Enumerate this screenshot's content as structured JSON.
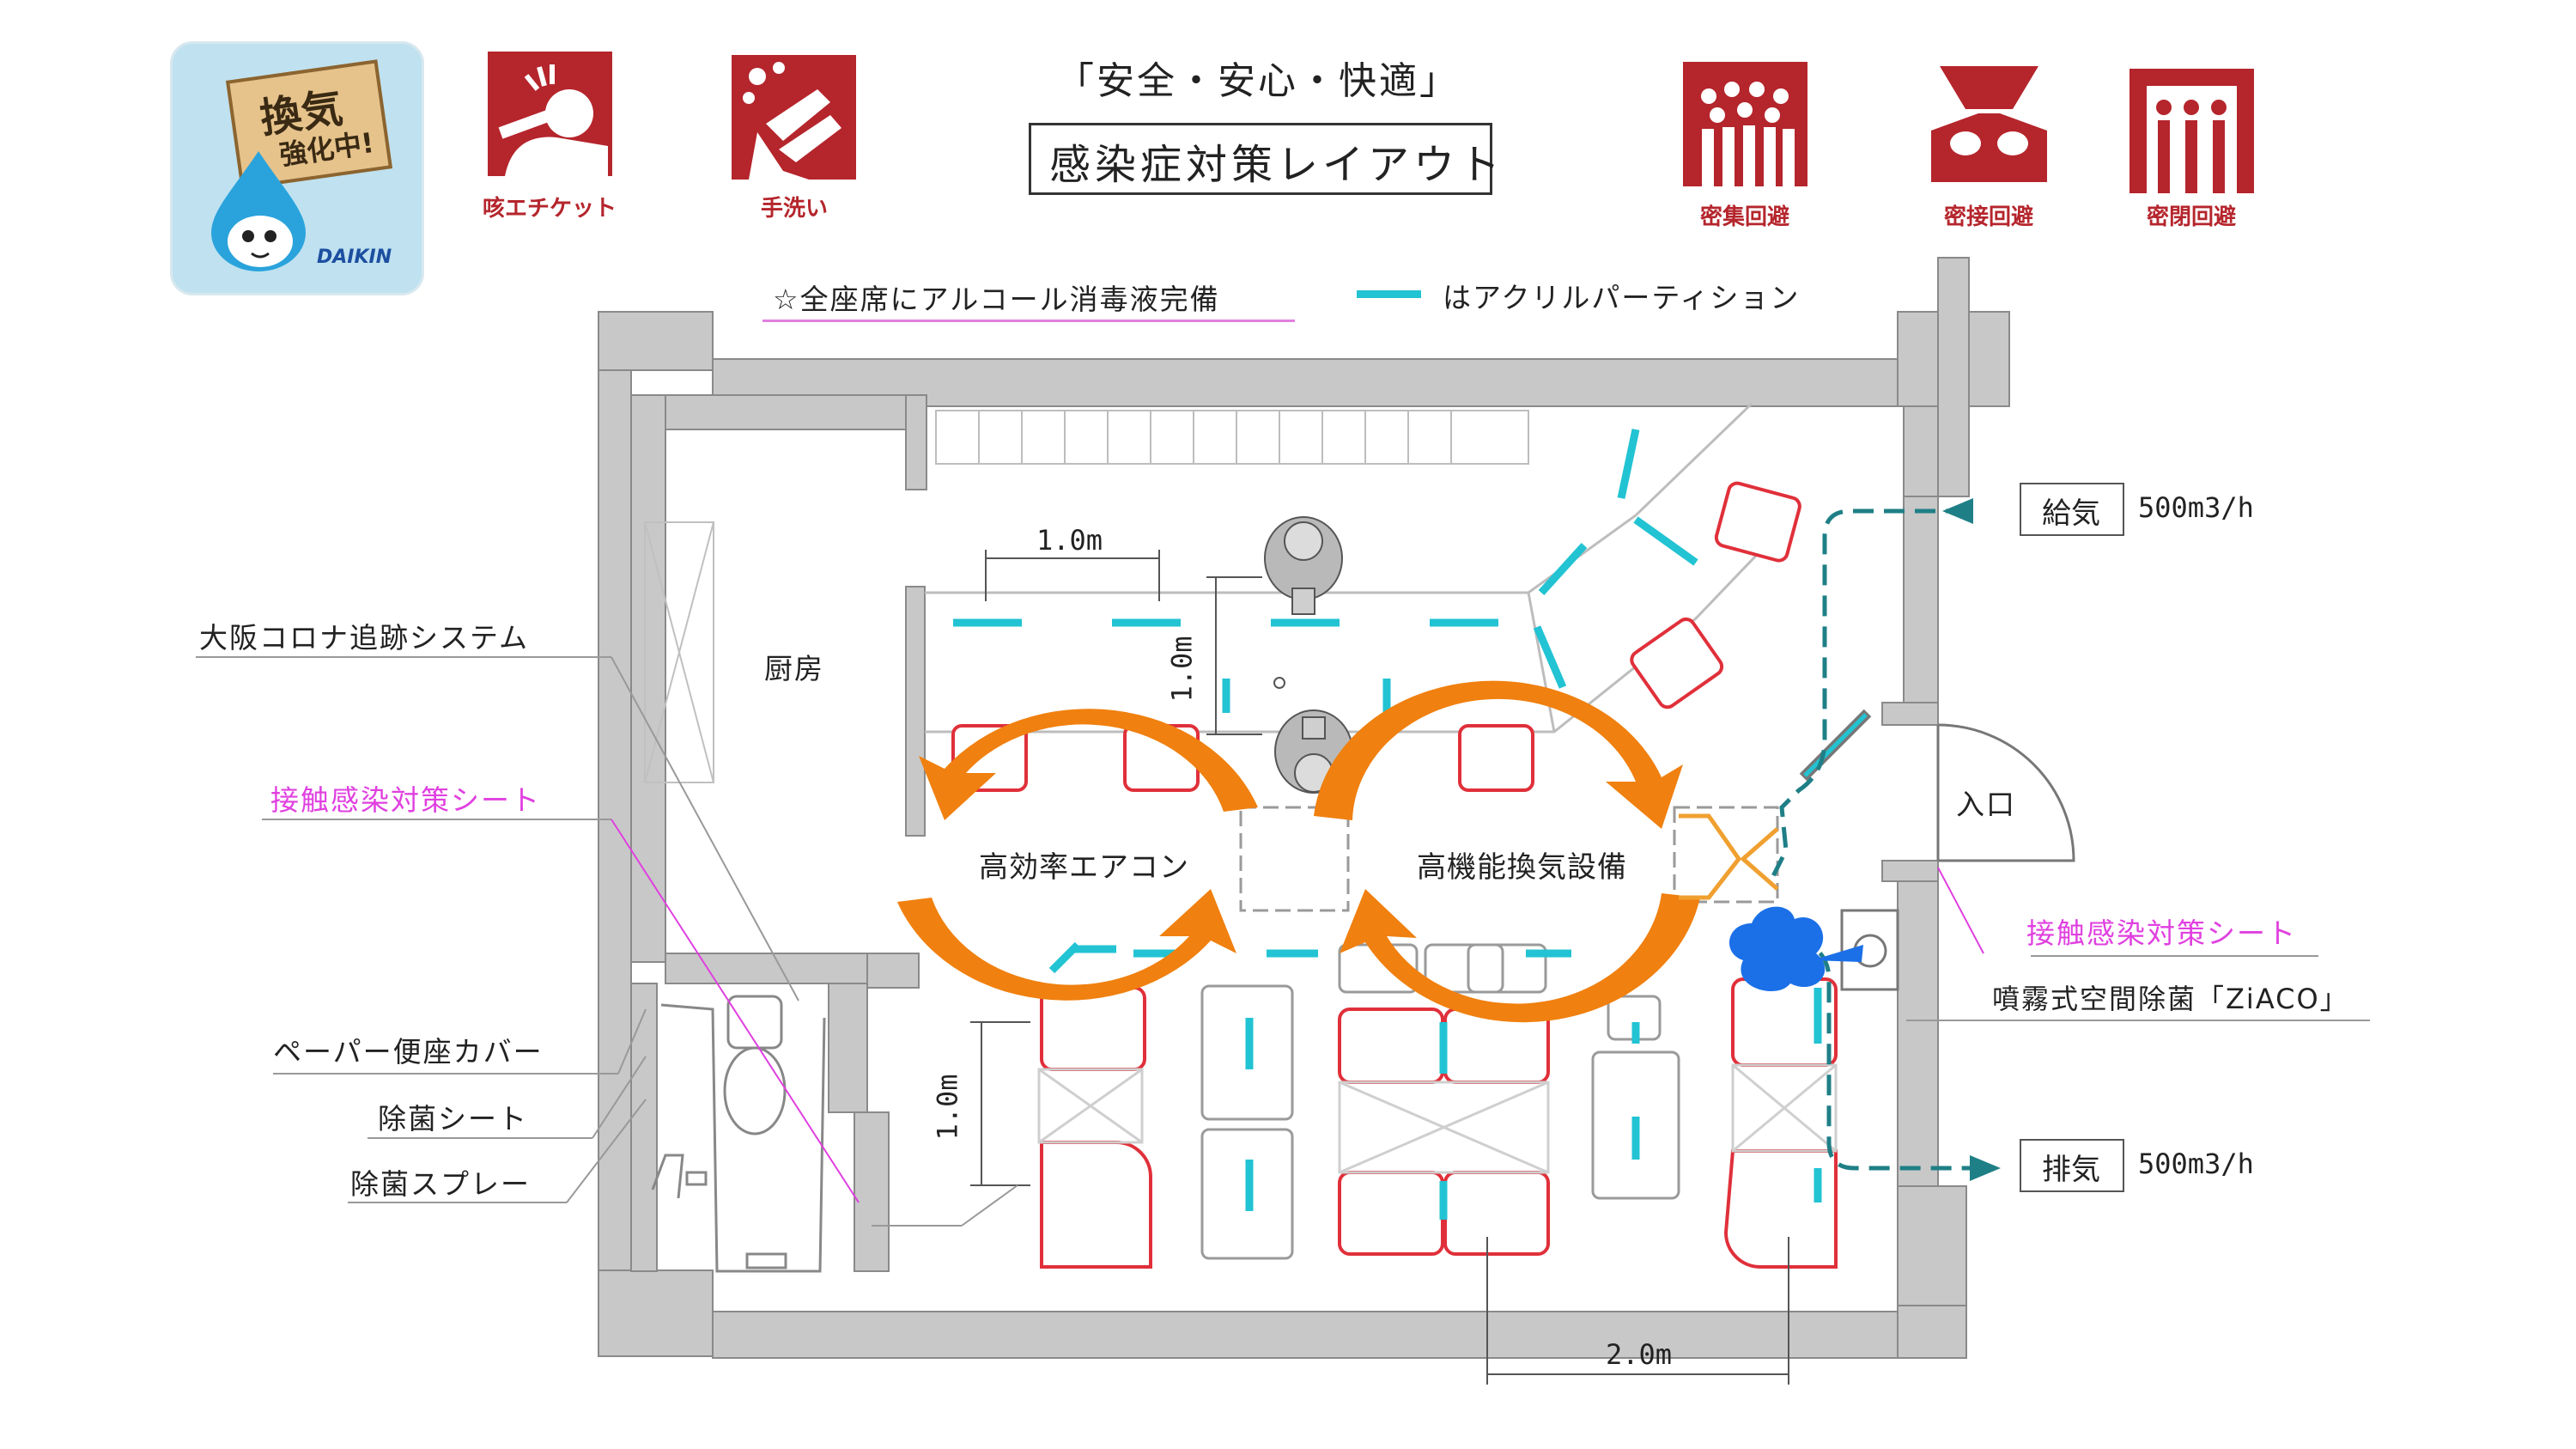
{
  "header": {
    "slogan": "「安全・安心・快適」",
    "title": "感染症対策レイアウト"
  },
  "badge": {
    "line1": "換気",
    "line2": "強化中!",
    "brand": "DAIKIN"
  },
  "icons": [
    {
      "name": "cough-etiquette-icon",
      "label": "咳エチケット"
    },
    {
      "name": "handwash-icon",
      "label": "手洗い"
    },
    {
      "name": "avoid-crowds-icon",
      "label": "密集回避"
    },
    {
      "name": "avoid-close-contact-icon",
      "label": "密接回避"
    },
    {
      "name": "avoid-closed-space-icon",
      "label": "密閉回避"
    }
  ],
  "notes": {
    "alcohol": "☆全座席にアルコール消毒液完備",
    "partition": "はアクリルパーティション"
  },
  "rooms": {
    "kitchen": "厨房",
    "entrance": "入口"
  },
  "equipment": {
    "aircon": "高効率エアコン",
    "ventilation": "高機能換気設備"
  },
  "dimensions": {
    "d1": "1.0m",
    "d2": "1.0m",
    "d3": "1.0m",
    "d4": "2.0m"
  },
  "airflow": {
    "supply_label": "給気",
    "supply_value": "500m3/h",
    "exhaust_label": "排気",
    "exhaust_value": "500m3/h"
  },
  "callouts": {
    "tracking": "大阪コロナ追跡システム",
    "contact_sheet_left": "接触感染対策シート",
    "toilet_cover": "ペーパー便座カバー",
    "wipes": "除菌シート",
    "spray": "除菌スプレー",
    "contact_sheet_right": "接触感染対策シート",
    "ziaco": "噴霧式空間除菌「ZiACO」"
  },
  "colors": {
    "wall": "#c8c8c8",
    "partition": "#22c3d3",
    "seat": "#e0303a",
    "arrow": "#f0800f",
    "icon_red": "#b5252c",
    "magenta": "#e040e0",
    "duct": "#1f7f86"
  }
}
